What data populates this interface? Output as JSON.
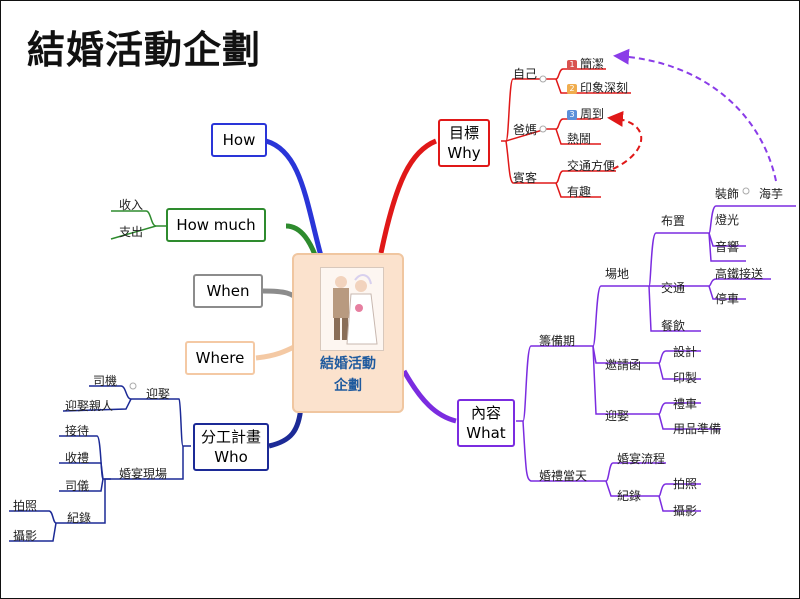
{
  "title": "結婚活動企劃",
  "center": {
    "line1": "結婚活動",
    "line2": "企劃"
  },
  "left": {
    "how": "How",
    "how_much": "How much",
    "how_much_items": [
      "收入",
      "支出"
    ],
    "when": "When",
    "where": "Where",
    "who_line1": "分工計畫",
    "who_line2": "Who",
    "who_tree": {
      "pickup": "迎娶",
      "pickup_items": [
        "司機",
        "迎娶親人"
      ],
      "wedding_scene": "婚宴現場",
      "wedding_scene_items": [
        "接待",
        "收禮",
        "司儀"
      ],
      "record": "紀錄",
      "record_items": [
        "拍照",
        "攝影"
      ]
    }
  },
  "why": {
    "line1": "目標",
    "line2": "Why",
    "self": "自己",
    "self_items": [
      {
        "badge": "1",
        "badge_color": "#d9534f",
        "text": "簡潔"
      },
      {
        "badge": "2",
        "badge_color": "#f0ad4e",
        "text": "印象深刻"
      }
    ],
    "parents": "爸媽",
    "parents_items": [
      {
        "badge": "3",
        "badge_color": "#5b8fd9",
        "text": "周到"
      },
      {
        "badge": "",
        "badge_color": "",
        "text": "熱鬧"
      }
    ],
    "guests": "賓客",
    "guests_items": [
      "交通方便",
      "有趣"
    ]
  },
  "what": {
    "line1": "內容",
    "line2": "What",
    "prep": "籌備期",
    "venue": "場地",
    "layout": "布置",
    "layout_items": [
      "裝飾",
      "燈光",
      "音響"
    ],
    "decor_extra": "海芋",
    "transport": "交通",
    "transport_items": [
      "高鐵接送",
      "停車"
    ],
    "catering": "餐飲",
    "invitation": "邀請函",
    "invitation_items": [
      "設計",
      "印製"
    ],
    "pickup": "迎娶",
    "pickup_items": [
      "禮車",
      "用品準備"
    ],
    "wedding_day": "婚禮當天",
    "wedding_flow": "婚宴流程",
    "record": "紀錄",
    "record_items": [
      "拍照",
      "攝影"
    ]
  },
  "colors": {
    "how": "#2a35d8",
    "how_much": "#2e8b2e",
    "when": "#8c8c8c",
    "where": "#f4c9a4",
    "who": "#1c2a96",
    "why": "#e01818",
    "what": "#7b2ce0",
    "arrow_red": "#e01818",
    "arrow_purple": "#8a3ce8"
  }
}
